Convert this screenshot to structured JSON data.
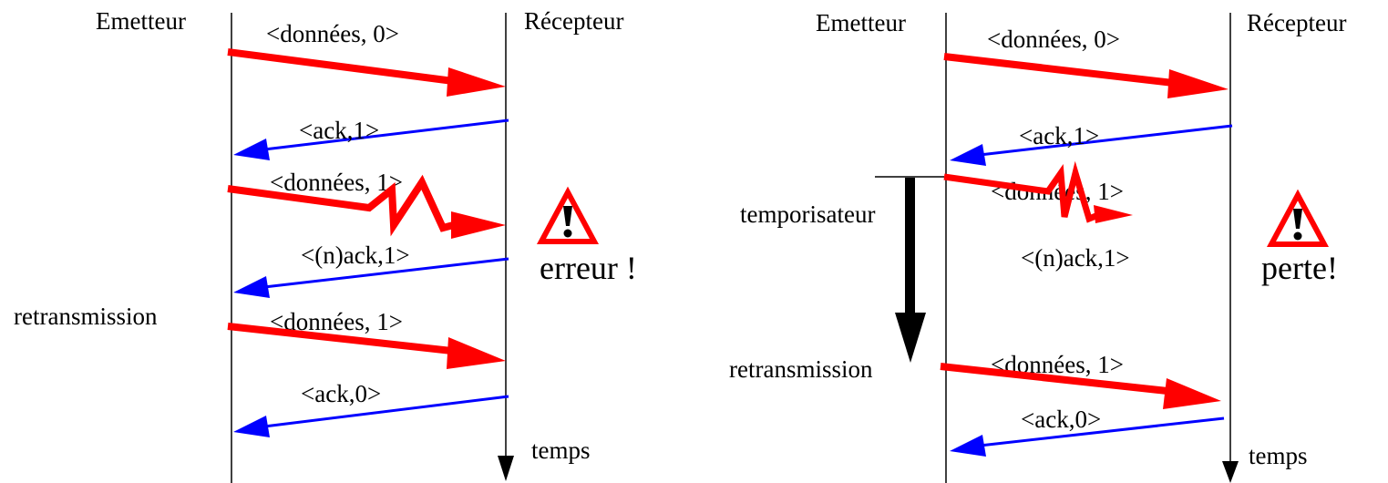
{
  "colors": {
    "data_arrow": "#ff0000",
    "ack_arrow": "#0000ff",
    "timer_arrow": "#000000",
    "warning_border": "#ff0000",
    "text": "#000000"
  },
  "left_panel": {
    "sender_label": "Emetteur",
    "receiver_label": "Récepteur",
    "msg_data0": "<données, 0>",
    "msg_ack1": "<ack,1>",
    "msg_data1": "<données, 1>",
    "msg_nack1": "<(n)ack,1>",
    "retransmission_label": "retransmission",
    "msg_data1_retx": "<données, 1>",
    "msg_ack0": "<ack,0>",
    "time_label": "temps",
    "event_label": "erreur !",
    "warning_icon": "warning-triangle-icon"
  },
  "right_panel": {
    "sender_label": "Emetteur",
    "receiver_label": "Récepteur",
    "msg_data0": "<données, 0>",
    "msg_ack1": "<ack,1>",
    "msg_data1": "<données, 1>",
    "msg_nack1": "<(n)ack,1>",
    "timer_label": "temporisateur",
    "retransmission_label": "retransmission",
    "msg_data1_retx": "<données, 1>",
    "msg_ack0": "<ack,0>",
    "time_label": "temps",
    "event_label": "perte!",
    "warning_icon": "warning-triangle-icon"
  }
}
